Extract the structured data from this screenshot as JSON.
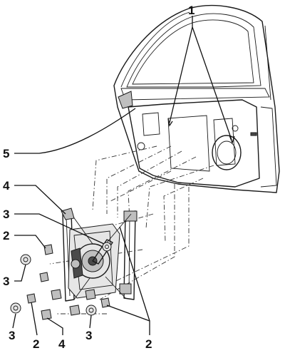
{
  "callouts": {
    "c1": "1",
    "c2_left": "2",
    "c2_right": "2",
    "c2_bottom": "2",
    "c3_upper": "3",
    "c3_left": "3",
    "c3_bottom_left": "3",
    "c3_bottom_mid": "3",
    "c4_upper": "4",
    "c4_bottom": "4",
    "c5": "5"
  }
}
